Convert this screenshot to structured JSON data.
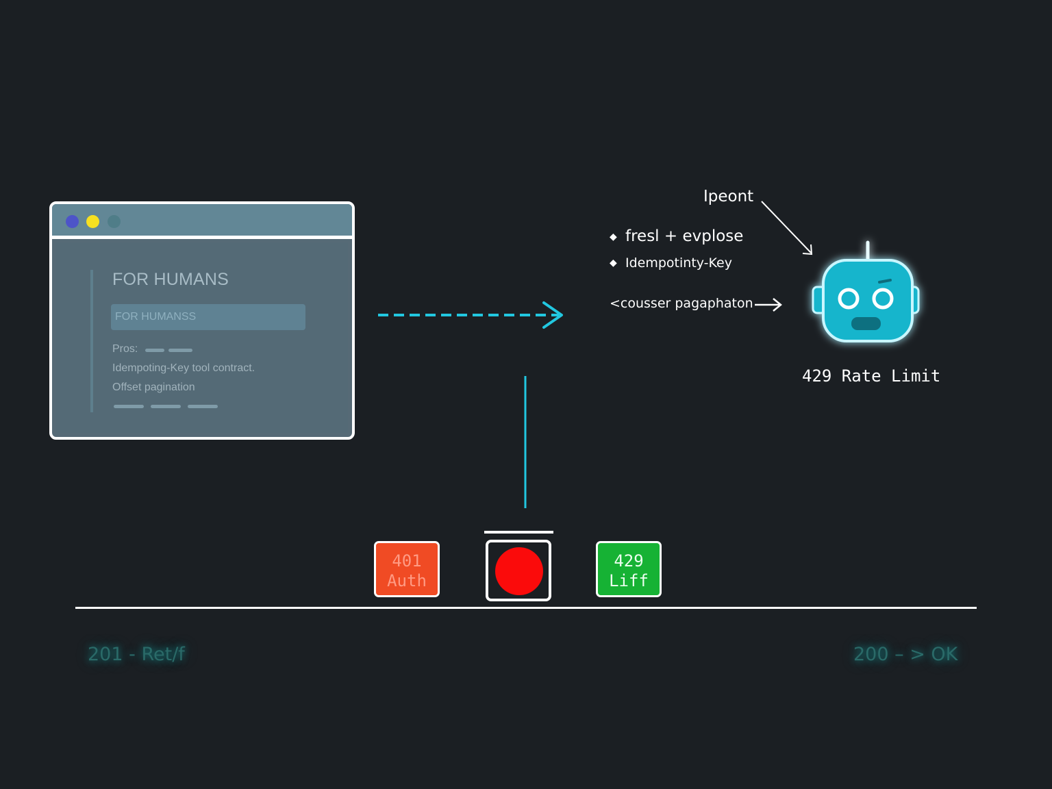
{
  "browser": {
    "title": "FOR HUMANS",
    "input_text": "FOR HUMANSS",
    "pros_label": "Pros:",
    "line1": "Idempoting-Key tool contract.",
    "line2": "Offset pagination"
  },
  "annotations": {
    "title": "Ipeont",
    "items": [
      "fresl + evplose",
      "Idempotinty-Key",
      "cousser pagaphaton"
    ]
  },
  "robot": {
    "label": "429 Rate Limit"
  },
  "status_boxes": {
    "red": {
      "code": "401",
      "text": "Auth",
      "color": "#f04b24"
    },
    "green": {
      "code": "429",
      "text": "Liff",
      "color": "#16b234"
    },
    "record_color": "#fb0b0b"
  },
  "bottom": {
    "left_label": "201 - Ret/f",
    "right_label": "200 – > OK"
  },
  "colors": {
    "background": "#1b1f23",
    "accent": "#22c7e0"
  }
}
